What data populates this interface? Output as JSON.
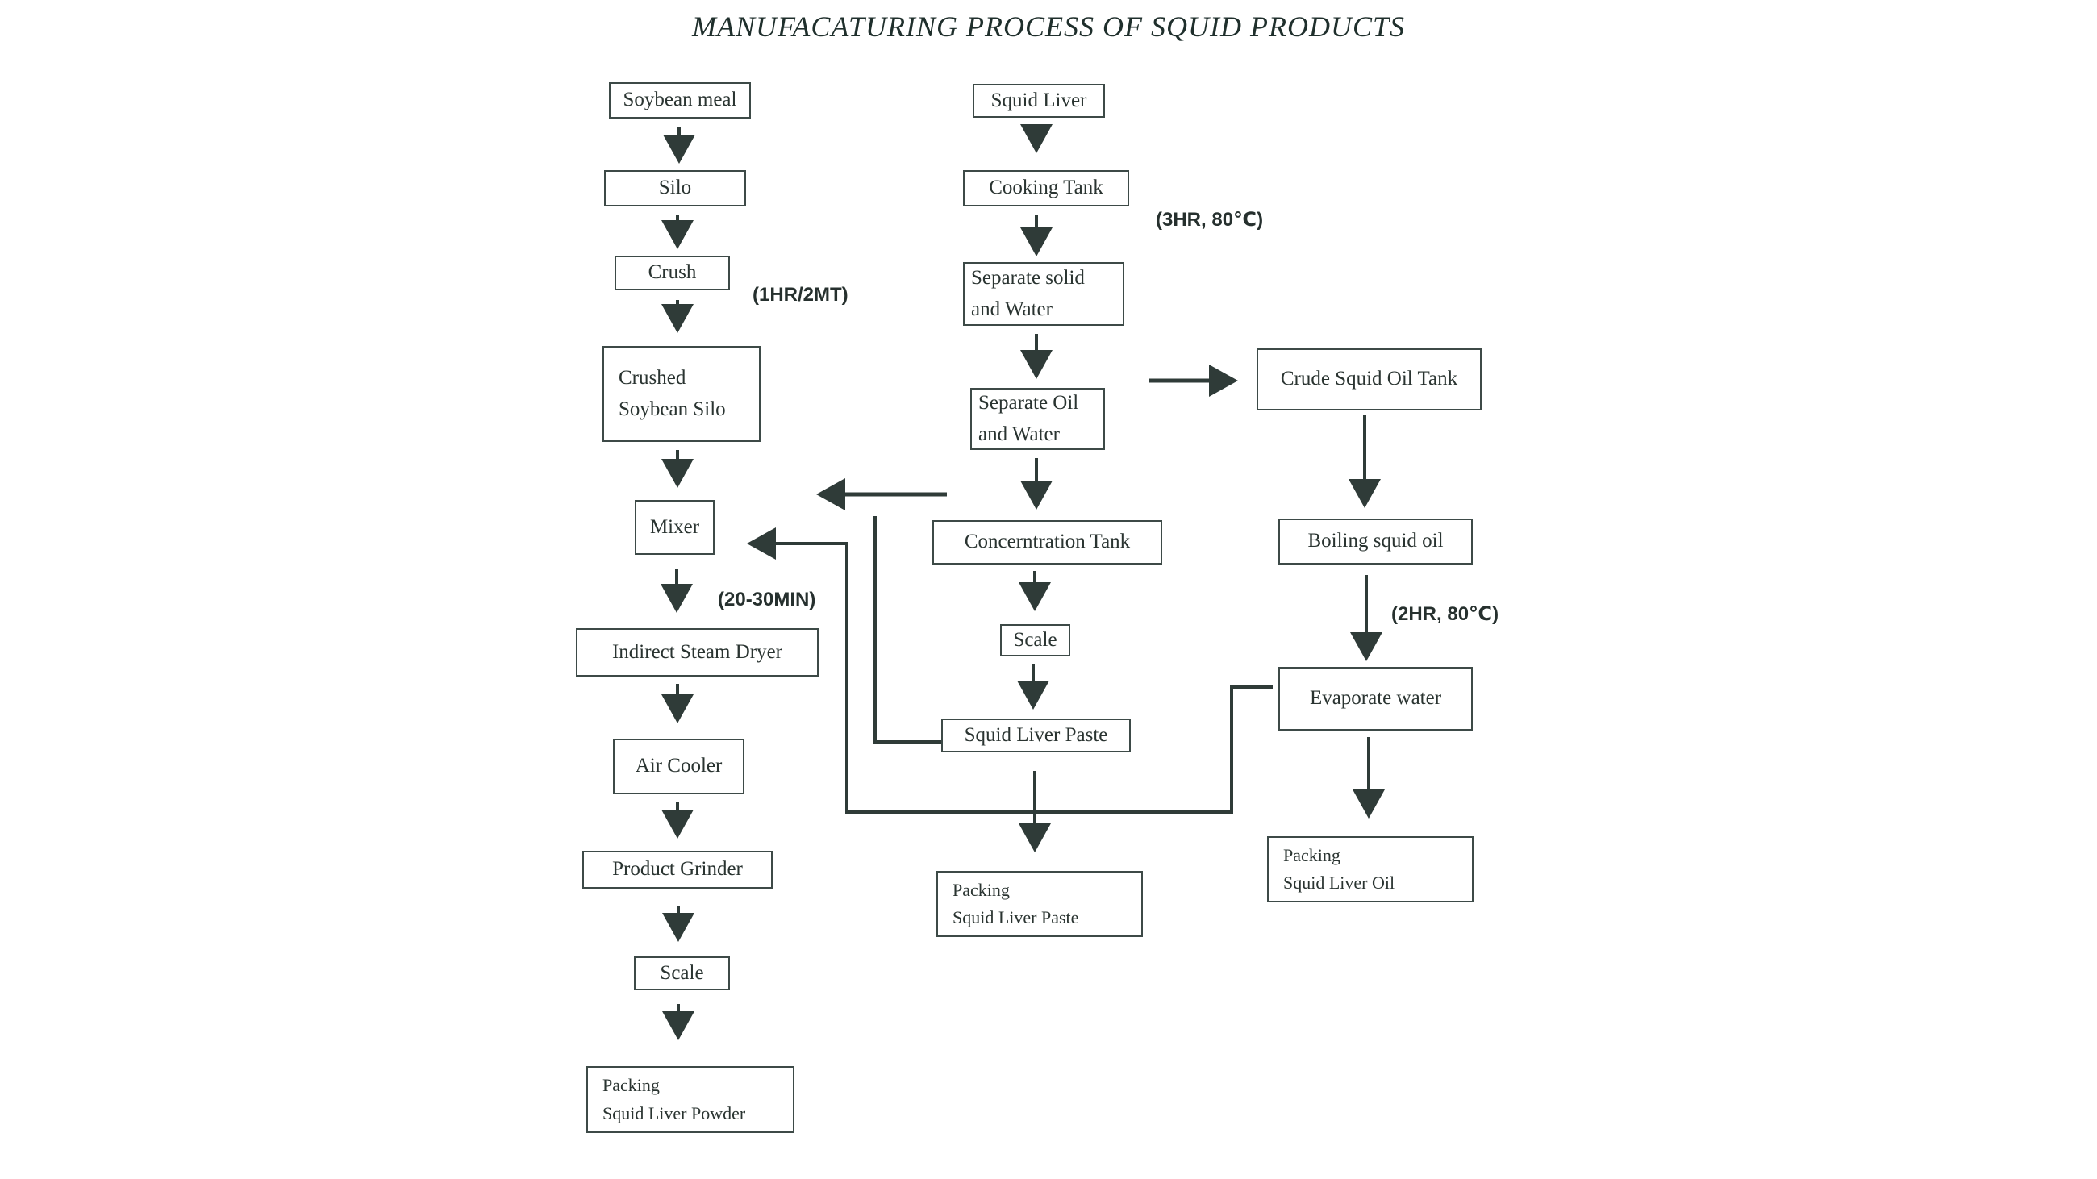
{
  "title": "MANUFACATURING PROCESS OF SQUID PRODUCTS",
  "colors": {
    "line": "#2f3b38",
    "text": "#2a3431",
    "background": "#ffffff"
  },
  "nodes": {
    "soybean_meal": [
      "Soybean meal"
    ],
    "silo": [
      "Silo"
    ],
    "crush": [
      "Crush"
    ],
    "crushed_soybean_silo": [
      "Crushed",
      "Soybean Silo"
    ],
    "mixer": [
      "Mixer"
    ],
    "indirect_steam_dryer": [
      "Indirect Steam Dryer"
    ],
    "air_cooler": [
      "Air Cooler"
    ],
    "product_grinder": [
      "Product Grinder"
    ],
    "scale_powder": [
      "Scale"
    ],
    "packing_powder": [
      "Packing",
      "Squid Liver Powder"
    ],
    "squid_liver": [
      "Squid Liver"
    ],
    "cooking_tank": [
      "Cooking Tank"
    ],
    "separate_solid_water": [
      "Separate solid",
      "and Water"
    ],
    "separate_oil_water": [
      "Separate Oil",
      "and Water"
    ],
    "concentration_tank": [
      "Concerntration Tank"
    ],
    "scale_paste": [
      "Scale"
    ],
    "squid_liver_paste": [
      "Squid Liver Paste"
    ],
    "packing_paste": [
      "Packing",
      "Squid Liver Paste"
    ],
    "crude_squid_oil_tank": [
      "Crude Squid Oil Tank"
    ],
    "boiling_squid_oil": [
      "Boiling squid oil"
    ],
    "evaporate_water": [
      "Evaporate water"
    ],
    "packing_oil": [
      "Packing",
      "Squid Liver Oil"
    ]
  },
  "notes": {
    "crush_rate": "(1HR/2MT)",
    "cooking_condition": "(3HR, 80℃)",
    "mixing_time": "(20-30MIN)",
    "boiling_condition": "(2HR, 80℃)"
  },
  "edges": [
    {
      "from": "soybean_meal",
      "to": "silo"
    },
    {
      "from": "silo",
      "to": "crush"
    },
    {
      "from": "crush",
      "to": "crushed_soybean_silo"
    },
    {
      "from": "crushed_soybean_silo",
      "to": "mixer"
    },
    {
      "from": "mixer",
      "to": "indirect_steam_dryer"
    },
    {
      "from": "indirect_steam_dryer",
      "to": "air_cooler"
    },
    {
      "from": "air_cooler",
      "to": "product_grinder"
    },
    {
      "from": "product_grinder",
      "to": "scale_powder"
    },
    {
      "from": "scale_powder",
      "to": "packing_powder"
    },
    {
      "from": "squid_liver",
      "to": "cooking_tank"
    },
    {
      "from": "cooking_tank",
      "to": "separate_solid_water"
    },
    {
      "from": "separate_solid_water",
      "to": "separate_oil_water"
    },
    {
      "from": "separate_solid_water",
      "to": "crude_squid_oil_tank"
    },
    {
      "from": "separate_oil_water",
      "to": "concentration_tank"
    },
    {
      "from": "separate_oil_water",
      "to": "mixer"
    },
    {
      "from": "concentration_tank",
      "to": "scale_paste"
    },
    {
      "from": "scale_paste",
      "to": "squid_liver_paste"
    },
    {
      "from": "squid_liver_paste",
      "to": "mixer"
    },
    {
      "from": "squid_liver_paste",
      "to": "packing_paste"
    },
    {
      "from": "crude_squid_oil_tank",
      "to": "boiling_squid_oil"
    },
    {
      "from": "boiling_squid_oil",
      "to": "evaporate_water"
    },
    {
      "from": "evaporate_water",
      "to": "mixer"
    },
    {
      "from": "evaporate_water",
      "to": "packing_oil"
    }
  ]
}
